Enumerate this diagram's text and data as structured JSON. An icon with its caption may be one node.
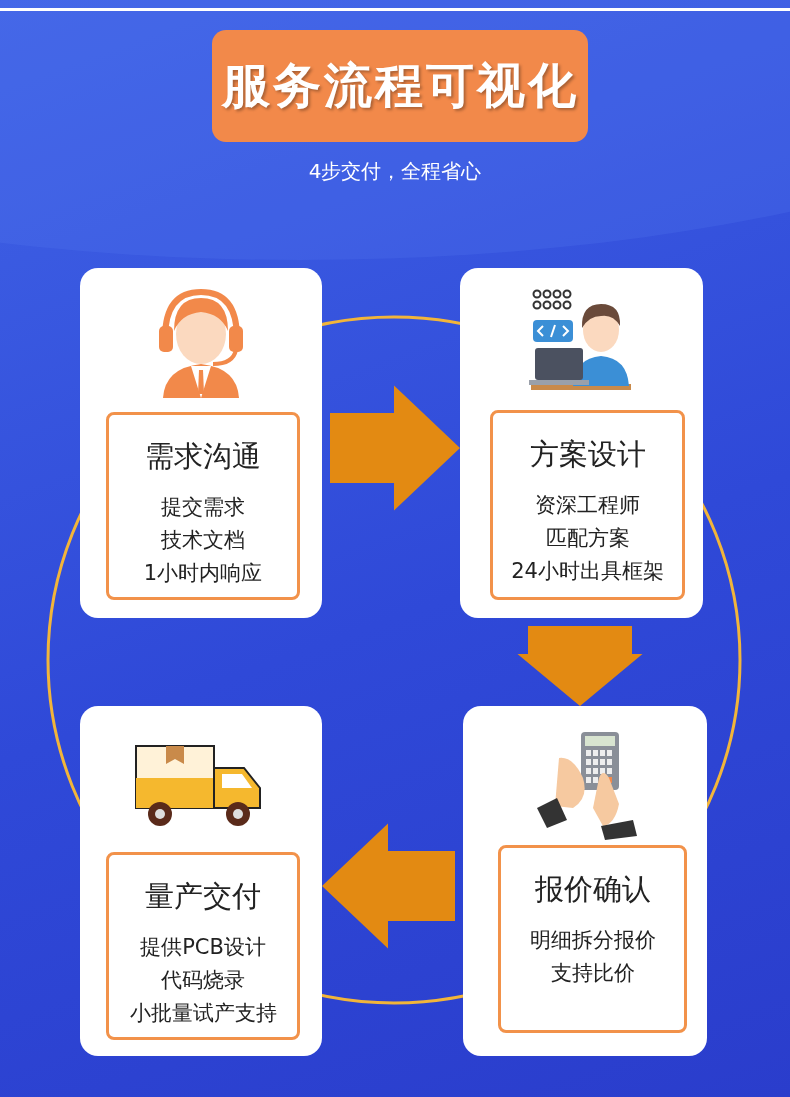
{
  "diagram": {
    "title": "服务流程可视化",
    "nodes": [
      {
        "text": [],
        "shape": "box"
      },
      {
        "text": [
          "需求沟通",
          "提交需求",
          "技术文档",
          "1小时内响应"
        ],
        "in": 0
      },
      {
        "text": [],
        "shape": "box"
      },
      {
        "text": [
          "方案设计",
          "资深工程师",
          "匹配方案",
          "24小时出具框架"
        ],
        "in": 2
      },
      {
        "text": [],
        "shape": "box"
      },
      {
        "text": [
          "量产交付",
          "提供PCB设计",
          "代码烧录",
          "小批量试产支持"
        ],
        "in": 4
      },
      {
        "text": [],
        "shape": "box"
      },
      {
        "text": [
          "报价确认",
          "明细拆分报价",
          "支持比价"
        ],
        "in": 6
      }
    ],
    "edges": [
      {
        "from": 0,
        "to": 2,
        "arrow": "to"
      },
      {
        "from": 2,
        "to": 6,
        "arrow": "to"
      },
      {
        "from": 6,
        "to": 4,
        "arrow": "to"
      }
    ],
    "labels": [
      "4步交付，全程省心"
    ]
  }
}
